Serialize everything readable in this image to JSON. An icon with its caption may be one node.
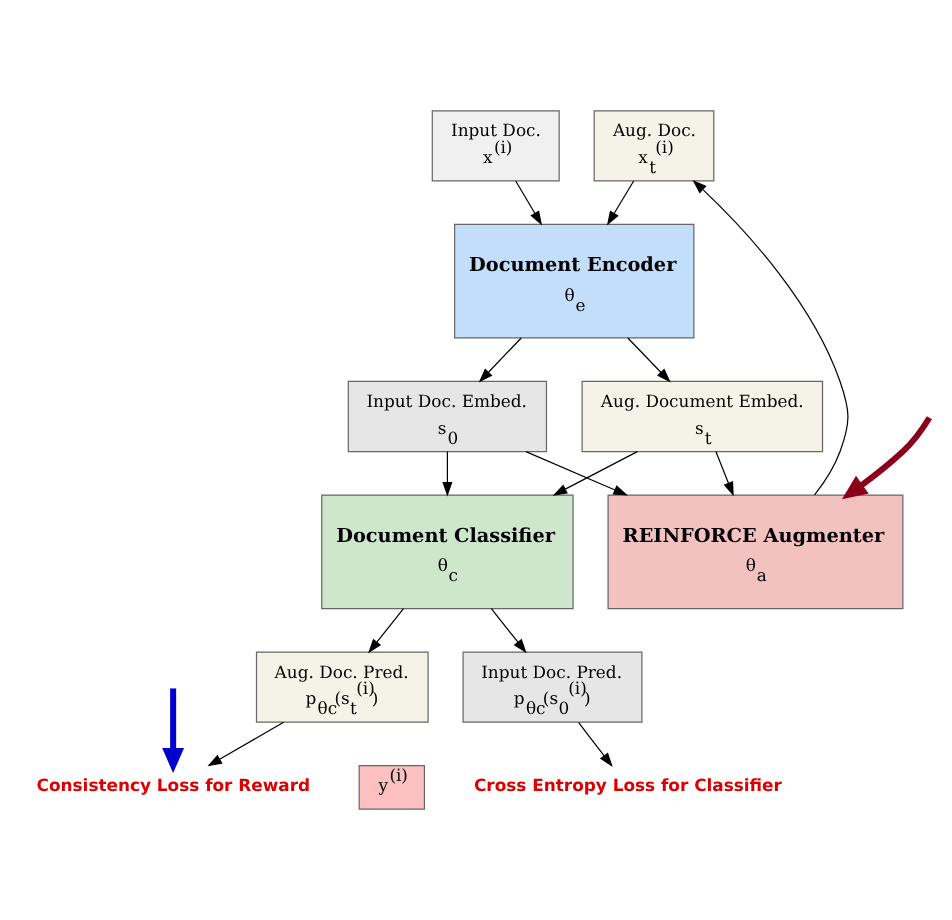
{
  "diagram": {
    "nodes": [
      {
        "text": [
          "Input Doc.",
          "x$^{(i)}$"
        ]
      },
      {
        "text": [
          "Aug. Doc.",
          "x$_{t}$$^{(i)}$"
        ]
      },
      {
        "text": [
          "Document Encoder",
          "θ$_{e}$"
        ]
      },
      {
        "text": [
          "Input Doc. Embed.",
          "s$_{0}$"
        ]
      },
      {
        "text": [
          "Aug. Document Embed.",
          "s$_{t}$"
        ]
      },
      {
        "text": [
          "REINFORCE Augmenter",
          "θ$_{a}$"
        ]
      },
      {
        "text": [
          "Document Classifier",
          "θ$_{c}$"
        ]
      },
      {
        "text": [
          "Aug. Doc. Pred.",
          "p$_{θc}$(s$_{t}$$^{(i)}$)"
        ]
      },
      {
        "text": [
          "Input Doc. Pred.",
          "p$_{θc}$(s$_{0}$$^{(i)}$)"
        ]
      },
      {
        "text": [
          "y$^{(i)}$"
        ]
      },
      {
        "text": [
          "Consistency Loss for Reward"
        ]
      },
      {
        "text": [
          "Cross Entropy Loss for Classifier"
        ]
      }
    ],
    "edges": [
      {
        "from": 0,
        "to": 2,
        "arrow": "to"
      },
      {
        "from": 1,
        "to": 2,
        "arrow": "to"
      },
      {
        "from": 2,
        "to": 3,
        "arrow": "to"
      },
      {
        "from": 2,
        "to": 4,
        "arrow": "to"
      },
      {
        "from": 3,
        "to": 5,
        "arrow": "to"
      },
      {
        "from": 4,
        "to": 5,
        "arrow": "to"
      },
      {
        "from": 3,
        "to": 6,
        "arrow": "to"
      },
      {
        "from": 4,
        "to": 6,
        "arrow": "to"
      },
      {
        "from": 5,
        "to": 1,
        "arrow": "to"
      },
      {
        "from": 6,
        "to": 7,
        "arrow": "to"
      },
      {
        "from": 6,
        "to": 8,
        "arrow": "to"
      },
      {
        "from": 7,
        "to": 10,
        "arrow": "to"
      },
      {
        "from": 8,
        "to": 11,
        "arrow": "to"
      },
      {
        "from": null,
        "to": 5,
        "arrow": "to",
        "style": "thick",
        "color": "#8b0018"
      },
      {
        "from": null,
        "to": 10,
        "arrow": "to",
        "style": "thick",
        "color": "#0000cc"
      }
    ]
  }
}
